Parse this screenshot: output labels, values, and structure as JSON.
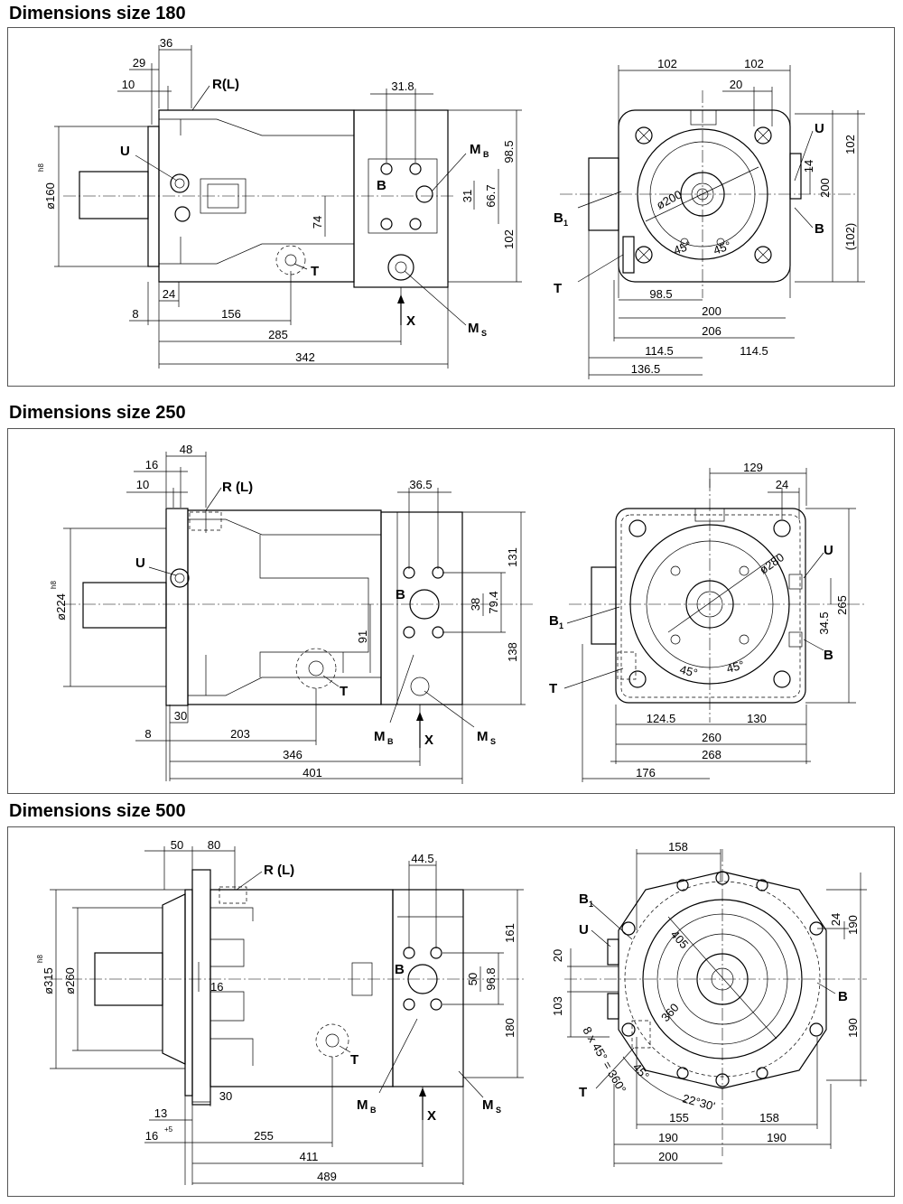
{
  "sections": [
    {
      "title": "Dimensions size 180",
      "side": {
        "dims": [
          "36",
          "29",
          "10",
          "31.8",
          "98.5",
          "31",
          "66.7",
          "74",
          "102",
          "24",
          "8",
          "156",
          "285",
          "342"
        ],
        "dia": "ø160",
        "dia_sup": "h8"
      },
      "front": {
        "dims": [
          "102",
          "102",
          "20",
          "14",
          "102",
          "200",
          "(102)",
          "98.5",
          "200",
          "206",
          "114.5",
          "114.5",
          "136.5"
        ],
        "dia": "ø200",
        "angles": [
          "45°",
          "45°"
        ]
      }
    },
    {
      "title": "Dimensions size 250",
      "side": {
        "dims": [
          "48",
          "16",
          "10",
          "36.5",
          "131",
          "38",
          "79.4",
          "91",
          "138",
          "30",
          "8",
          "203",
          "346",
          "401"
        ],
        "dia": "ø224",
        "dia_sup": "h8"
      },
      "front": {
        "dims": [
          "129",
          "24",
          "34.5",
          "265",
          "124.5",
          "130",
          "260",
          "268",
          "176"
        ],
        "dia": "ø280",
        "angles": [
          "45°",
          "45°"
        ]
      }
    },
    {
      "title": "Dimensions size 500",
      "side": {
        "dims": [
          "50",
          "80",
          "44.5",
          "161",
          "50",
          "96.8",
          "180",
          "16",
          "13",
          "30",
          "16",
          "255",
          "411",
          "489"
        ],
        "dia": "ø315",
        "dia_sup": "h8",
        "dia2": "ø260",
        "tol": "+5"
      },
      "front": {
        "dims": [
          "158",
          "24",
          "190",
          "190",
          "20",
          "103",
          "155",
          "158",
          "190",
          "190",
          "200"
        ],
        "dia1": "405",
        "dia2": "360",
        "angles": [
          "45°",
          "22°30'"
        ],
        "bolt_pattern": "8 x 45° = 360°"
      }
    }
  ],
  "labels": {
    "U": "U",
    "R": "R(L)",
    "R_sp": "R (L)",
    "T": "T",
    "X": "X",
    "B": "B",
    "B1": "B",
    "B1_sub": "1",
    "M": "M",
    "MB_sub": "B",
    "MS_sub": "S"
  }
}
